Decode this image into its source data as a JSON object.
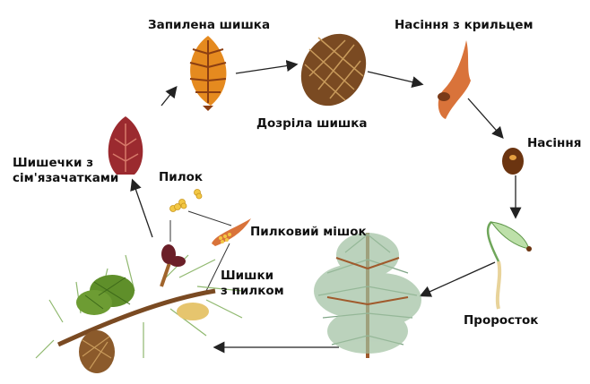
{
  "labels": {
    "pollinated_cone": "Запилена шишка",
    "mature_cone": "Дозріла шишка",
    "winged_seed": "Насіння з крильцем",
    "seed": "Насіння",
    "seedling": "Проросток",
    "ovule_cones_line1": "Шишечки з",
    "ovule_cones_line2": "сім'язачатками",
    "pollen": "Пилок",
    "pollen_sac": "Пилковий мішок",
    "pollen_cones_line1": "Шишки",
    "pollen_cones_line2": "з пилком"
  },
  "colors": {
    "arrow": "#222222",
    "red_cone": "#9b2a2f",
    "orange_cone": "#e58a1f",
    "brown_cone": "#7a4a22",
    "needle_green": "#6f9a5a",
    "pollen_yellow": "#f2c744"
  }
}
